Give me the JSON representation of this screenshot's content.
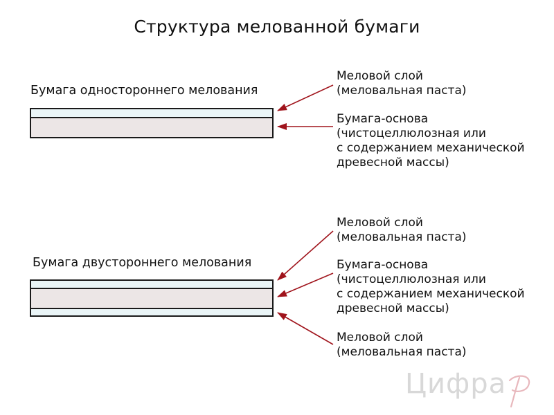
{
  "title": "Структура мелованной бумаги",
  "colors": {
    "coating": "#eaf5f7",
    "base": "#ece6e6",
    "arrow": "#a0141c",
    "outline": "#1a1a1a"
  },
  "one_sided": {
    "label": "Бумага одностороннего мелования",
    "notes": [
      {
        "lines": [
          "Меловой слой",
          "(меловальная паста)"
        ],
        "layer": "coating",
        "shown_lines": 2
      },
      {
        "lines": [
          "Бумага-основа",
          "(чистоцеллюлозная или",
          "с содержанием механической",
          "древесной массы)"
        ],
        "layer": "base",
        "shown_lines": 4
      }
    ]
  },
  "two_sided": {
    "label": "Бумага двустороннего мелования",
    "notes": [
      {
        "lines": [
          "Меловой слой",
          "(меловальная паста)"
        ],
        "layer": "coating"
      },
      {
        "lines": [
          "Бумага-основа",
          "(чистоцеллюлозная или",
          "с содержанием механической",
          "древесной массы)"
        ],
        "layer": "base"
      },
      {
        "lines": [
          "Меловой слой",
          "(меловальная паста)"
        ],
        "layer": "coating"
      }
    ]
  },
  "logo": {
    "text": "Цифра"
  },
  "icons": {
    "logo_mark": "stylized-p-logo-icon"
  }
}
